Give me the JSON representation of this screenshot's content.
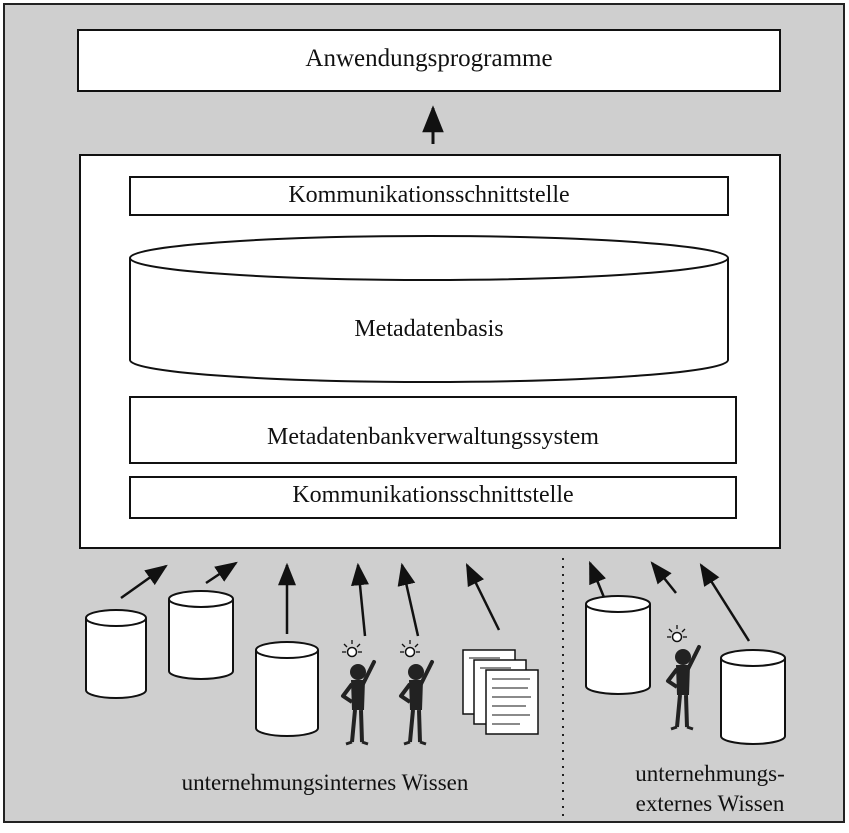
{
  "diagram": {
    "top_box": "Anwendungsprogramme",
    "comm_top": "Kommunikationsschnittstelle",
    "database": "Metadatenbasis",
    "dbms": "Metadatenbankverwaltungssystem",
    "comm_bottom": "Kommunikationsschnittstelle",
    "internal_label": "unternehmungsinternes Wissen",
    "external_label_line1": "unternehmungs-",
    "external_label_line2": "externes Wissen"
  },
  "colors": {
    "background": "#cfcfcf",
    "box_fill": "#ffffff",
    "stroke": "#111111"
  },
  "icons": [
    "database-cylinder-icon",
    "person-with-idea-icon",
    "document-stack-icon",
    "arrow-up-icon"
  ]
}
